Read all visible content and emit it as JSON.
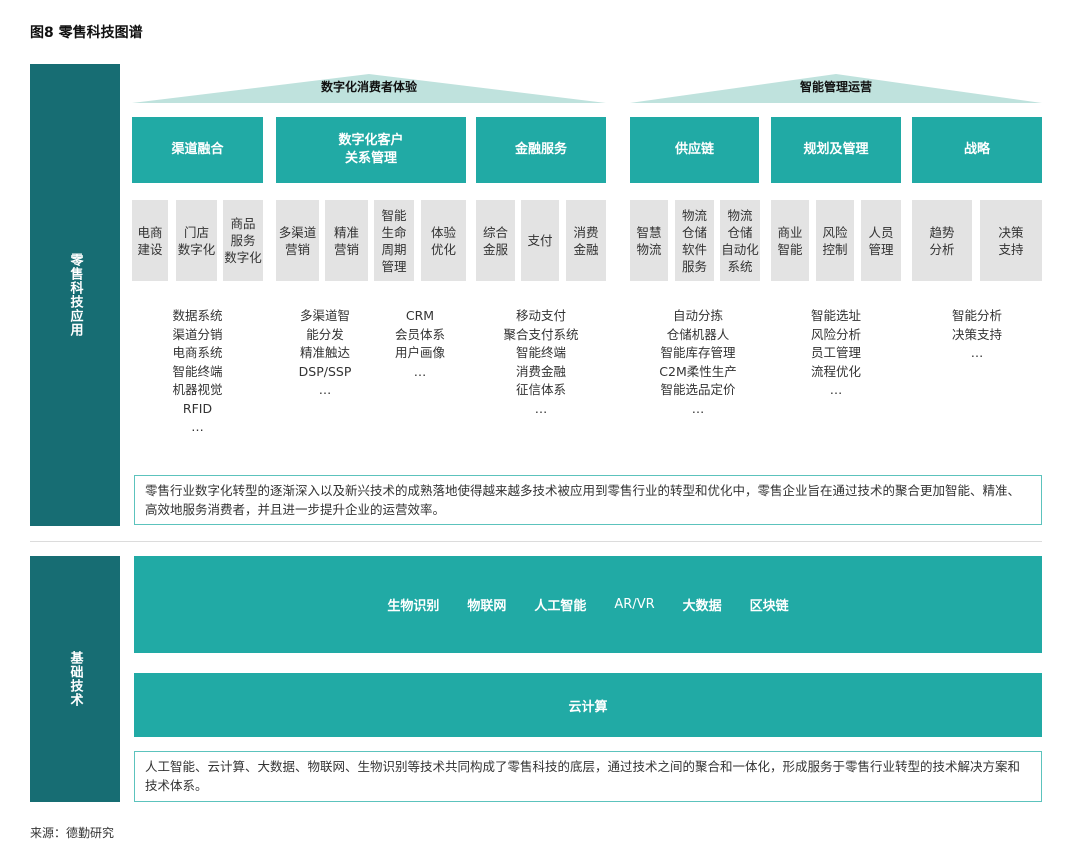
{
  "title": "图8 零售科技图谱",
  "source": "来源：德勤研究",
  "applications": {
    "side_label": "零售科技应用",
    "roofs": [
      "数字化消费者体验",
      "智能管理运营"
    ],
    "categories": [
      {
        "label": "渠道融合",
        "subs": [
          "电商\n建设",
          "门店\n数字化",
          "商品\n服务\n数字化"
        ],
        "techs": [
          [
            "数据系统",
            "渠道分销",
            "电商系统",
            "智能终端",
            "机器视觉",
            "RFID",
            "…"
          ]
        ]
      },
      {
        "label": "数字化客户\n关系管理",
        "subs": [
          "多渠道\n营销",
          "精准\n营销",
          "智能\n生命\n周期\n管理",
          "体验\n优化"
        ],
        "techs": [
          [
            "多渠道智",
            "能分发",
            "精准触达",
            "DSP/SSP",
            "…"
          ],
          [
            "CRM",
            "会员体系",
            "用户画像",
            "…"
          ]
        ]
      },
      {
        "label": "金融服务",
        "subs": [
          "综合\n金服",
          "支付",
          "消费\n金融"
        ],
        "techs": [
          [
            "移动支付",
            "聚合支付系统",
            "智能终端",
            "消费金融",
            "征信体系",
            "…"
          ]
        ]
      },
      {
        "label": "供应链",
        "subs": [
          "智慧\n物流",
          "物流\n仓储\n软件\n服务",
          "物流\n仓储\n自动化\n系统"
        ],
        "techs": [
          [
            "自动分拣",
            "仓储机器人",
            "智能库存管理",
            "C2M柔性生产",
            "智能选品定价",
            "…"
          ]
        ]
      },
      {
        "label": "规划及管理",
        "subs": [
          "商业\n智能",
          "风险\n控制",
          "人员\n管理"
        ],
        "techs": [
          [
            "智能选址",
            "风险分析",
            "员工管理",
            "流程优化",
            "…"
          ]
        ]
      },
      {
        "label": "战略",
        "subs": [
          "趋势\n分析",
          "决策\n支持"
        ],
        "techs": [
          [
            "智能分析",
            "决策支持",
            "…"
          ]
        ]
      }
    ],
    "note": "零售行业数字化转型的逐渐深入以及新兴技术的成熟落地使得越来越多技术被应用到零售行业的转型和优化中，零售企业旨在通过技术的聚合更加智能、精准、高效地服务消费者，并且进一步提升企业的运营效率。"
  },
  "foundation": {
    "side_label": "基础技术",
    "techs": [
      "生物识别",
      "物联网",
      "人工智能",
      "AR/VR",
      "大数据",
      "区块链"
    ],
    "cloud": "云计算",
    "note": "人工智能、云计算、大数据、物联网、生物识别等技术共同构成了零售科技的底层，通过技术之间的聚合和一体化，形成服务于零售行业转型的技术解决方案和技术体系。"
  },
  "colors": {
    "sidebar": "#176d73",
    "teal": "#21aaa5",
    "roof": "#bfe2dd",
    "subbox": "#e3e3e3",
    "border": "#5cc3bd"
  }
}
